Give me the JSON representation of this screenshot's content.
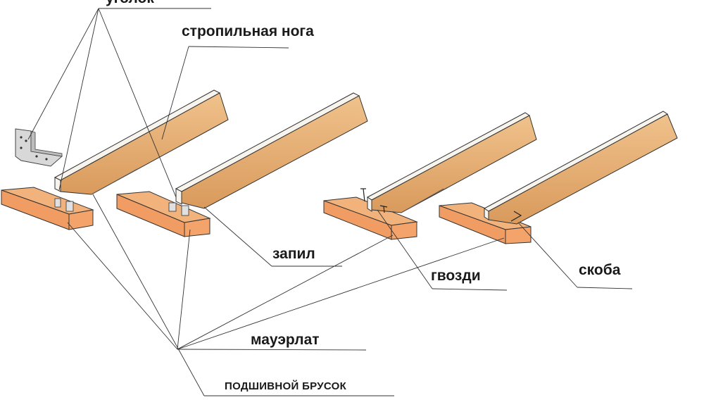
{
  "labels": {
    "ugolok": "уголок",
    "stropilnaya_noga": "стропильная нога",
    "zapil": "запил",
    "gvozdi": "гвозди",
    "skoba": "скоба",
    "mauerlat": "мауэрлат",
    "podshivnoy_brusok": "ПОДШИВНОЙ БРУСОК"
  },
  "colors": {
    "rafter_face": "#e8b47a",
    "rafter_top": "#f7f4ee",
    "beam_top": "#f2b27c",
    "beam_side": "#f4a46a",
    "metal": "#d8d8d8",
    "leader": "#333333"
  }
}
